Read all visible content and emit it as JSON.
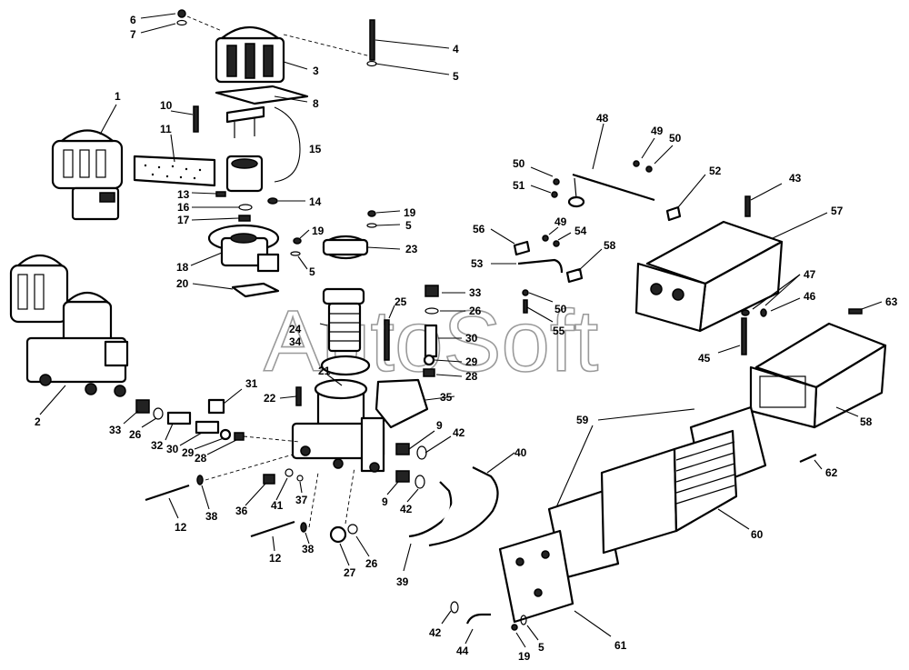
{
  "watermark": "AutoSoft",
  "labels": [
    "1",
    "2",
    "3",
    "4",
    "5",
    "6",
    "7",
    "8",
    "10",
    "11",
    "12",
    "13",
    "14",
    "15",
    "16",
    "17",
    "18",
    "19",
    "20",
    "21",
    "22",
    "23",
    "24",
    "25",
    "26",
    "27",
    "28",
    "29",
    "30",
    "31",
    "32",
    "33",
    "34",
    "35",
    "36",
    "37",
    "38",
    "39",
    "40",
    "41",
    "42",
    "43",
    "44",
    "45",
    "46",
    "47",
    "48",
    "49",
    "50",
    "51",
    "52",
    "53",
    "54",
    "55",
    "56",
    "57",
    "58",
    "59",
    "60",
    "61",
    "62",
    "63",
    "9"
  ],
  "callouts": [
    {
      "text": "6"
    },
    {
      "text": "7"
    },
    {
      "text": "3"
    },
    {
      "text": "4"
    },
    {
      "text": "5"
    },
    {
      "text": "8"
    },
    {
      "text": "1"
    },
    {
      "text": "10"
    },
    {
      "text": "11"
    },
    {
      "text": "15"
    },
    {
      "text": "13"
    },
    {
      "text": "14"
    },
    {
      "text": "16"
    },
    {
      "text": "17"
    },
    {
      "text": "19"
    },
    {
      "text": "5"
    },
    {
      "text": "19"
    },
    {
      "text": "23"
    },
    {
      "text": "18"
    },
    {
      "text": "5"
    },
    {
      "text": "20"
    },
    {
      "text": "2"
    },
    {
      "text": "25"
    },
    {
      "text": "24"
    },
    {
      "text": "34"
    },
    {
      "text": "33"
    },
    {
      "text": "26"
    },
    {
      "text": "30"
    },
    {
      "text": "29"
    },
    {
      "text": "28"
    },
    {
      "text": "21"
    },
    {
      "text": "31"
    },
    {
      "text": "22"
    },
    {
      "text": "35"
    },
    {
      "text": "33"
    },
    {
      "text": "26"
    },
    {
      "text": "32"
    },
    {
      "text": "30"
    },
    {
      "text": "29"
    },
    {
      "text": "28"
    },
    {
      "text": "9"
    },
    {
      "text": "42"
    },
    {
      "text": "12"
    },
    {
      "text": "38"
    },
    {
      "text": "36"
    },
    {
      "text": "41"
    },
    {
      "text": "37"
    },
    {
      "text": "9"
    },
    {
      "text": "42"
    },
    {
      "text": "40"
    },
    {
      "text": "12"
    },
    {
      "text": "38"
    },
    {
      "text": "27"
    },
    {
      "text": "26"
    },
    {
      "text": "39"
    },
    {
      "text": "48"
    },
    {
      "text": "49"
    },
    {
      "text": "50"
    },
    {
      "text": "50"
    },
    {
      "text": "51"
    },
    {
      "text": "52"
    },
    {
      "text": "43"
    },
    {
      "text": "56"
    },
    {
      "text": "49"
    },
    {
      "text": "54"
    },
    {
      "text": "58"
    },
    {
      "text": "53"
    },
    {
      "text": "50"
    },
    {
      "text": "55"
    },
    {
      "text": "57"
    },
    {
      "text": "47"
    },
    {
      "text": "46"
    },
    {
      "text": "45"
    },
    {
      "text": "63"
    },
    {
      "text": "59"
    },
    {
      "text": "58"
    },
    {
      "text": "62"
    },
    {
      "text": "60"
    },
    {
      "text": "61"
    },
    {
      "text": "42"
    },
    {
      "text": "44"
    },
    {
      "text": "19"
    },
    {
      "text": "5"
    }
  ]
}
